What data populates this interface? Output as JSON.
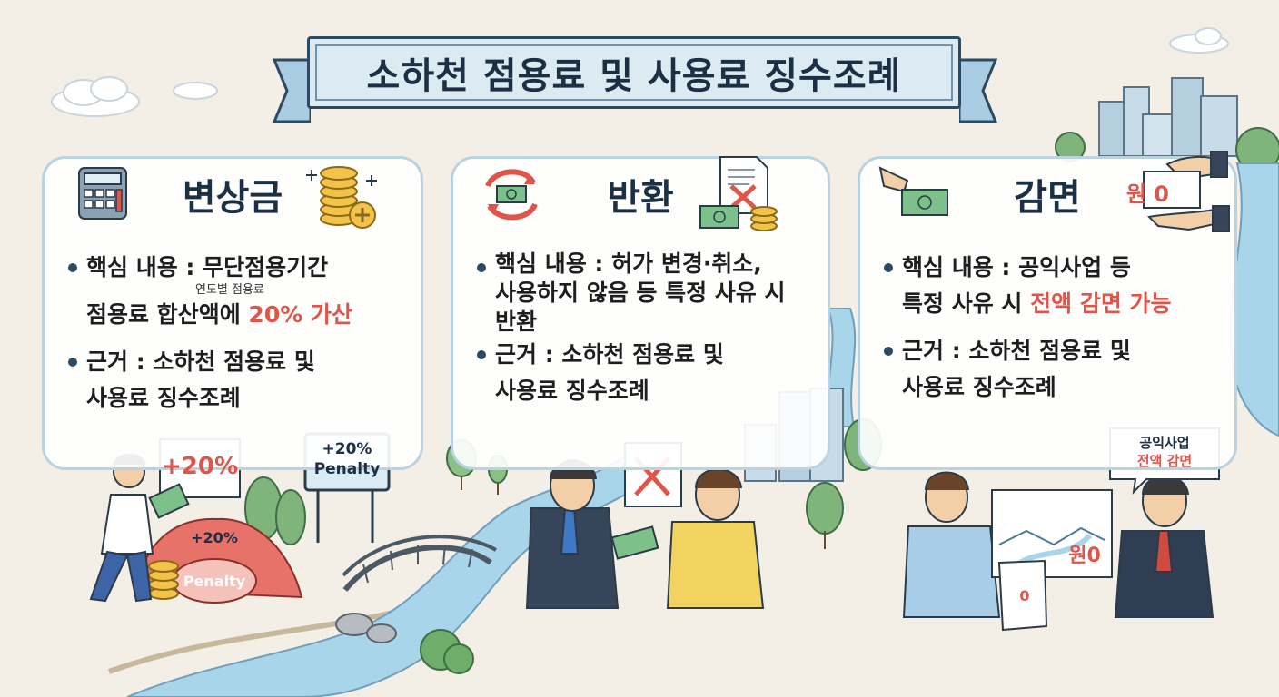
{
  "title": "소하천 점용료 및 사용료 징수조례",
  "cards": [
    {
      "title": "변상금",
      "bullet1_lead": "핵심 내용 : 무단점용기간",
      "bullet1_note": "연도별 점용료",
      "bullet1_rest": "점용료 합산액에 ",
      "bullet1_highlight": "20% 가산",
      "bullet2_line1": "근거 : 소하천 점용료 및",
      "bullet2_line2": "사용료 징수조례"
    },
    {
      "title": "반환",
      "bullet1_line1": "핵심 내용 : 허가 변경·취소,",
      "bullet1_line2": "사용하지 않음 등 특정 사유 시",
      "bullet1_line3": "반환",
      "bullet2_line1": "근거 : 소하천 점용료 및",
      "bullet2_line2": "사용료 징수조례"
    },
    {
      "title": "감면",
      "bullet1_lead": "핵심 내용 : 공익사업 등",
      "bullet1_rest": "특정 사유 시 ",
      "bullet1_highlight": "전액 감면 가능",
      "bullet2_line1": "근거 : 소하천 점용료 및",
      "bullet2_line2": "사용료 징수조례"
    }
  ],
  "illustration": {
    "plus20_sign": "+20%",
    "penalty_sign_top": "+20%",
    "penalty_sign_bottom": "Penalty",
    "pile_plus": "+20%",
    "pile_penalty": "Penalty",
    "bubble_line1": "공익사업",
    "bubble_line2": "전액 감면",
    "won_zero": "원0",
    "won_zero_card": "원 0",
    "receipt_zero": "0"
  },
  "colors": {
    "navy": "#1b2f45",
    "accent_red": "#e0554a",
    "card_border": "#b9d3e3",
    "river": "#a9d5ea"
  }
}
